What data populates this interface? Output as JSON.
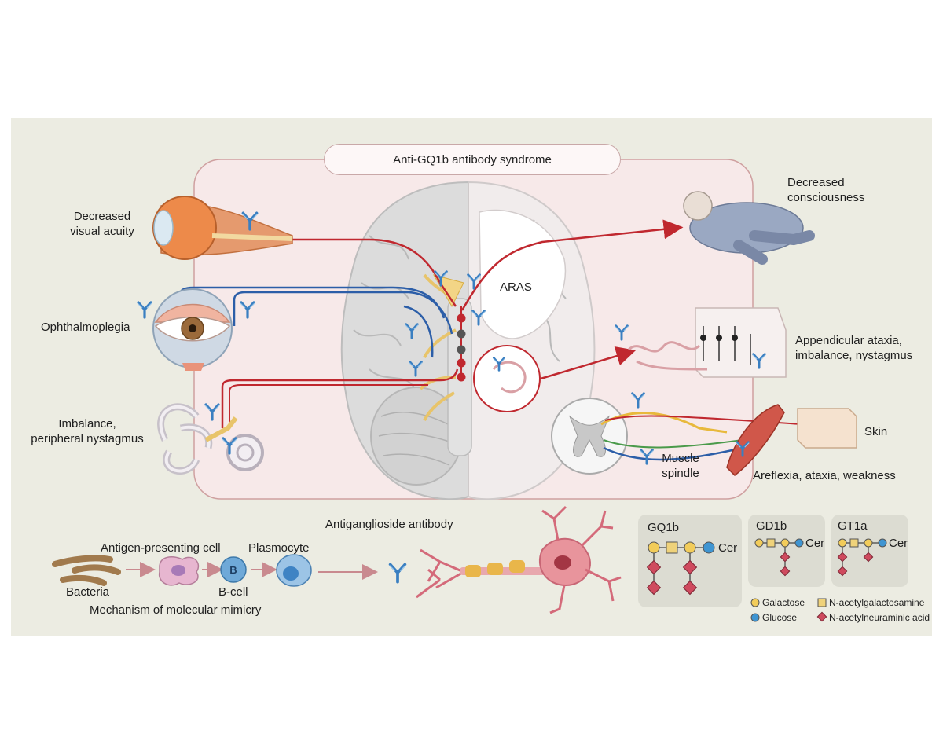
{
  "title": "Anti-GQ1b antibody syndrome",
  "labels": {
    "visual_l1": "Decreased",
    "visual_l2": "visual acuity",
    "ophthalmoplegia": "Ophthalmoplegia",
    "imbalance_l1": "Imbalance,",
    "imbalance_l2": "peripheral nystagmus",
    "consciousness_l1": "Decreased",
    "consciousness_l2": "consciousness",
    "aras": "ARAS",
    "appendicular_l1": "Appendicular ataxia,",
    "appendicular_l2": "imbalance, nystagmus",
    "skin": "Skin",
    "spindle_l1": "Muscle",
    "spindle_l2": "spindle",
    "areflexia": "Areflexia, ataxia, weakness"
  },
  "mechanism": {
    "antibody": "Antiganglioside antibody",
    "apc": "Antigen-presenting cell",
    "plasmocyte": "Plasmocyte",
    "bacteria": "Bacteria",
    "bcell": "B-cell",
    "bcell_letter": "B",
    "caption": "Mechanism of molecular mimicry"
  },
  "gangliosides": [
    {
      "name": "GQ1b",
      "cer": "Cer"
    },
    {
      "name": "GD1b",
      "cer": "Cer"
    },
    {
      "name": "GT1a",
      "cer": "Cer"
    }
  ],
  "legend": {
    "galactose": "Galactose",
    "galnac": "N-acetylgalactosamine",
    "glucose": "Glucose",
    "neu5ac": "N-acetylneuraminic acid"
  },
  "colors": {
    "panel": "#ecece2",
    "frame": "#f7e9e9",
    "red_line": "#c0282f",
    "blue_line": "#2c5ea8",
    "antibody": "#3a7fc1",
    "galactose": "#f2cc5a",
    "glucose": "#3f95d2",
    "neu5ac": "#cf4a5e",
    "galnac": "#efd27a"
  }
}
